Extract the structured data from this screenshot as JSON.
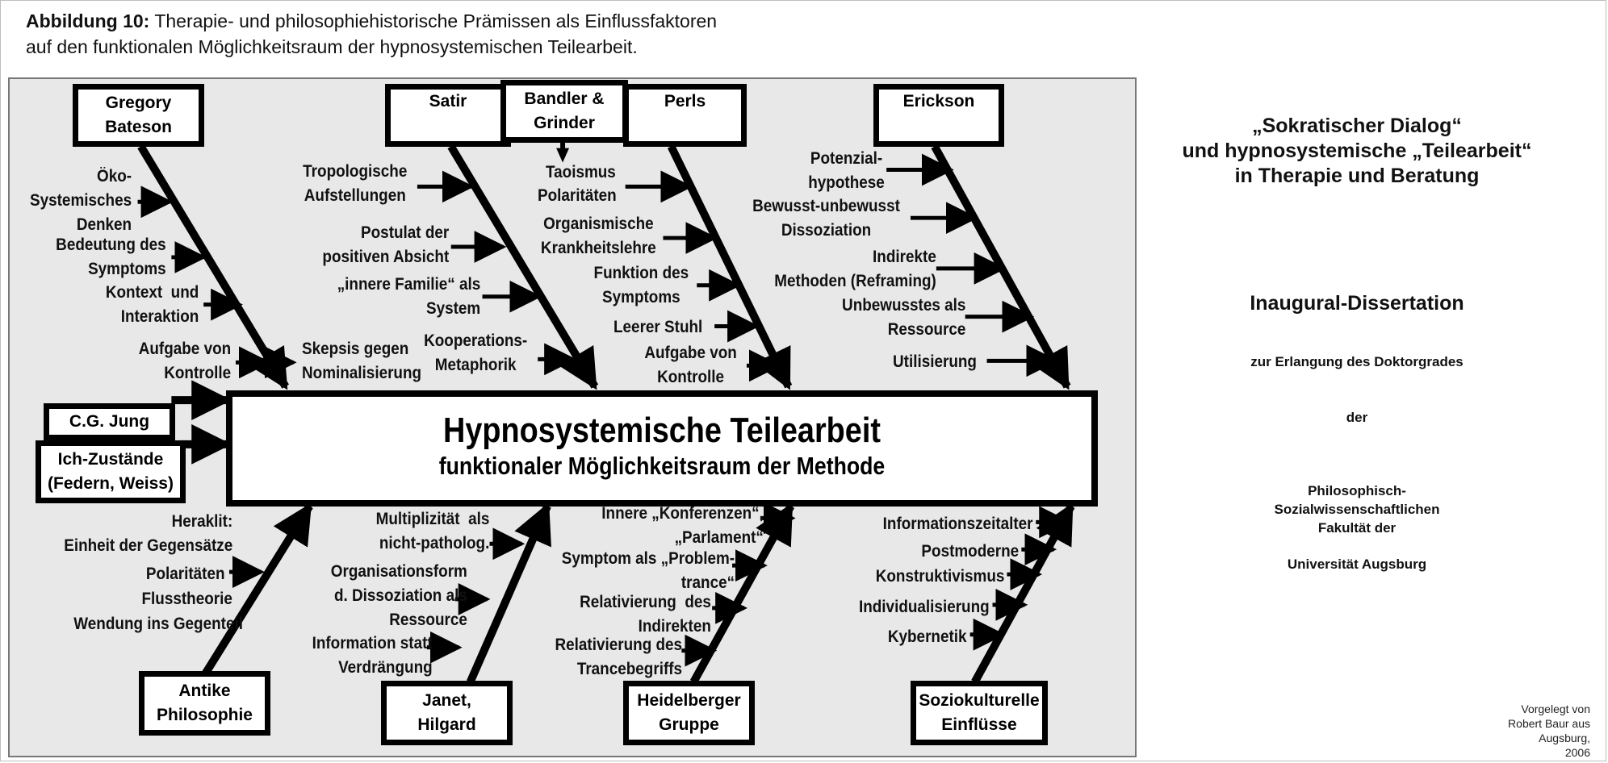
{
  "caption": {
    "label": "Abbildung 10:",
    "text_line1": "Therapie- und philosophiehistorische Prämissen als Einflussfaktoren",
    "text_line2": "auf den funktionalen Möglichkeitsraum der hypnosystemischen Teilearbeit."
  },
  "diagram": {
    "central": {
      "title": "Hypnosystemische Teilearbeit",
      "subtitle": "funktionaler Möglichkeitsraum der Methode"
    },
    "sources": {
      "bateson": "Gregory\nBateson",
      "satir": "Satir",
      "bandler": "Bandler &\nGrinder",
      "perls": "Perls",
      "erickson": "Erickson",
      "jung": "C.G. Jung",
      "ich": "Ich-Zustände\n(Federn, Weiss)",
      "antike": "Antike\nPhilosophie",
      "janet": "Janet,\nHilgard",
      "heidelberger": "Heidelberger\nGruppe",
      "sozio": "Soziokulturelle\nEinflüsse"
    },
    "labels": {
      "bateson": [
        "Öko-\nSystemisches\nDenken",
        "Bedeutung des\nSymptoms",
        "Kontext  und\nInteraktion",
        "Aufgabe von\nKontrolle"
      ],
      "satir": [
        "Tropologische\nAufstellungen",
        "Postulat der\npositiven Absicht",
        "„innere Familie“ als\nSystem",
        "Skepsis gegen\nNominalisierung",
        "Kooperations-\nMetaphorik"
      ],
      "perls": [
        "Taoismus",
        "Polaritäten",
        "Organismische\nKrankheitslehre",
        "Funktion des\nSymptoms",
        "Leerer Stuhl",
        "Aufgabe von\nKontrolle"
      ],
      "erickson": [
        "Potenzial-\nhypothese",
        "Bewusst-unbewusst\nDissoziation",
        "Indirekte\nMethoden (Reframing)",
        "Unbewusstes als\nRessource",
        "Utilisierung"
      ],
      "antike": [
        "Heraklit:\nEinheit der Gegensätze",
        "Polaritäten",
        "Flusstheorie",
        "Wendung ins Gegenteil"
      ],
      "janet": [
        "Multiplizität  als\nnicht-patholog.",
        "Organisationsform\nd. Dissoziation als\nRessource",
        "Information statt\nVerdrängung"
      ],
      "heidelberger": [
        "Innere „Konferenzen“,\n„Parlament“",
        "Symptom als „Problem-\ntrance“",
        "Relativierung  des\nIndirekten",
        "Relativierung des\nTrancebegriffs"
      ],
      "sozio": [
        "Informationszeitalter",
        "Postmoderne",
        "Konstruktivismus",
        "Individualisierung",
        "Kybernetik"
      ]
    }
  },
  "sidebar": {
    "title": "„Sokratischer Dialog“\nund hypnosystemische „Teilearbeit“\nin Therapie und Beratung",
    "dissertation": "Inaugural-Dissertation",
    "purpose": "zur Erlangung des Doktorgrades",
    "der": "der",
    "faculty": "Philosophisch-\nSozialwissenschaftlichen\nFakultät der",
    "university": "Universität Augsburg",
    "submitted": "Vorgelegt von\nRobert Baur aus\nAugsburg,\n2006"
  }
}
